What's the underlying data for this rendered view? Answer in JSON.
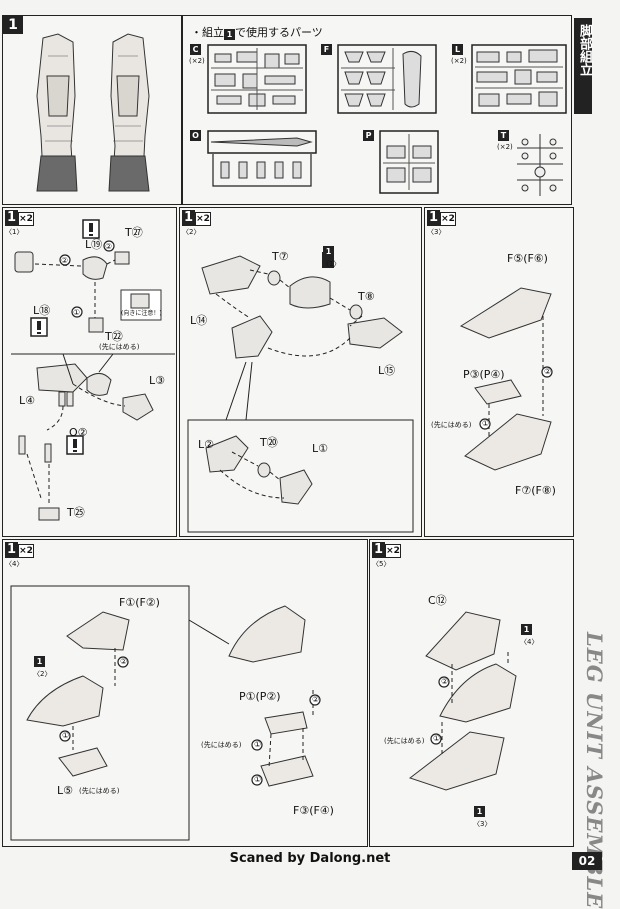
{
  "header": {
    "step": "1",
    "parts_title_prefix": "・組立",
    "parts_title_step": "1",
    "parts_title_suffix": "で使用するパーツ",
    "runners": [
      {
        "id": "C",
        "qty": "(×2)"
      },
      {
        "id": "F",
        "qty": ""
      },
      {
        "id": "L",
        "qty": "(×2)"
      },
      {
        "id": "O",
        "qty": ""
      },
      {
        "id": "P",
        "qty": ""
      },
      {
        "id": "T",
        "qty": "(×2)"
      }
    ]
  },
  "sidebar": {
    "title": "脚部組立",
    "english": "LEG UNIT ASSEMBLE",
    "page": "02"
  },
  "footer": {
    "credit": "Scaned by Dalong.net"
  },
  "panels": [
    {
      "step": "1",
      "qty": "×2",
      "sub": "〈1〉",
      "labels": [
        "L⑲",
        "T㉗",
        "L⑱",
        "T㉒",
        "(先にはめる)",
        "(向きに注意！)",
        "L③",
        "L④",
        "O②",
        "T㉕"
      ],
      "arrows": [
        "②",
        "②",
        "①"
      ]
    },
    {
      "step": "1",
      "qty": "×2",
      "sub": "〈2〉",
      "labels": [
        "T⑦",
        "1",
        "〈1〉",
        "T⑧",
        "L⑭",
        "L⑮",
        "L②",
        "T⑳",
        "L①"
      ]
    },
    {
      "step": "1",
      "qty": "×2",
      "sub": "〈3〉",
      "labels": [
        "F⑤(F⑥)",
        "P③(P④)",
        "(先にはめる)",
        "F⑦(F⑧)"
      ],
      "arrows": [
        "②",
        "①"
      ]
    },
    {
      "step": "1",
      "qty": "×2",
      "sub": "〈4〉",
      "labels": [
        "F①(F②)",
        "1",
        "〈2〉",
        "P①(P②)",
        "(先にはめる)",
        "L⑤",
        "(先にはめる)",
        "F③(F④)"
      ],
      "arrows": [
        "②",
        "①",
        "①",
        "②",
        "①"
      ]
    },
    {
      "step": "1",
      "qty": "×2",
      "sub": "〈5〉",
      "labels": [
        "C⑫",
        "1",
        "〈4〉",
        "(先にはめる)",
        "1",
        "〈3〉"
      ],
      "arrows": [
        "②",
        "①"
      ]
    }
  ]
}
